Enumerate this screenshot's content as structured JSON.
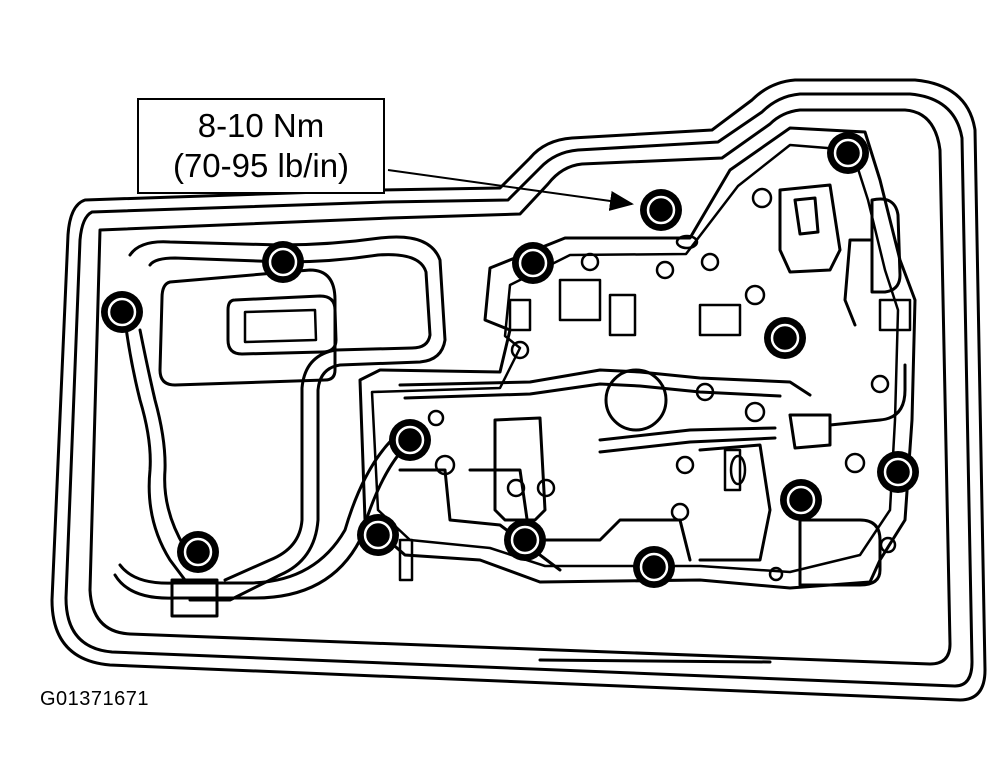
{
  "callout": {
    "torque_metric": "8-10 Nm",
    "torque_imperial": "(70-95 lb/in)"
  },
  "figure_code": "G01371671",
  "colors": {
    "ink": "#000000",
    "paper": "#ffffff"
  },
  "icons": [
    "bolt-icon",
    "arrow-icon"
  ]
}
